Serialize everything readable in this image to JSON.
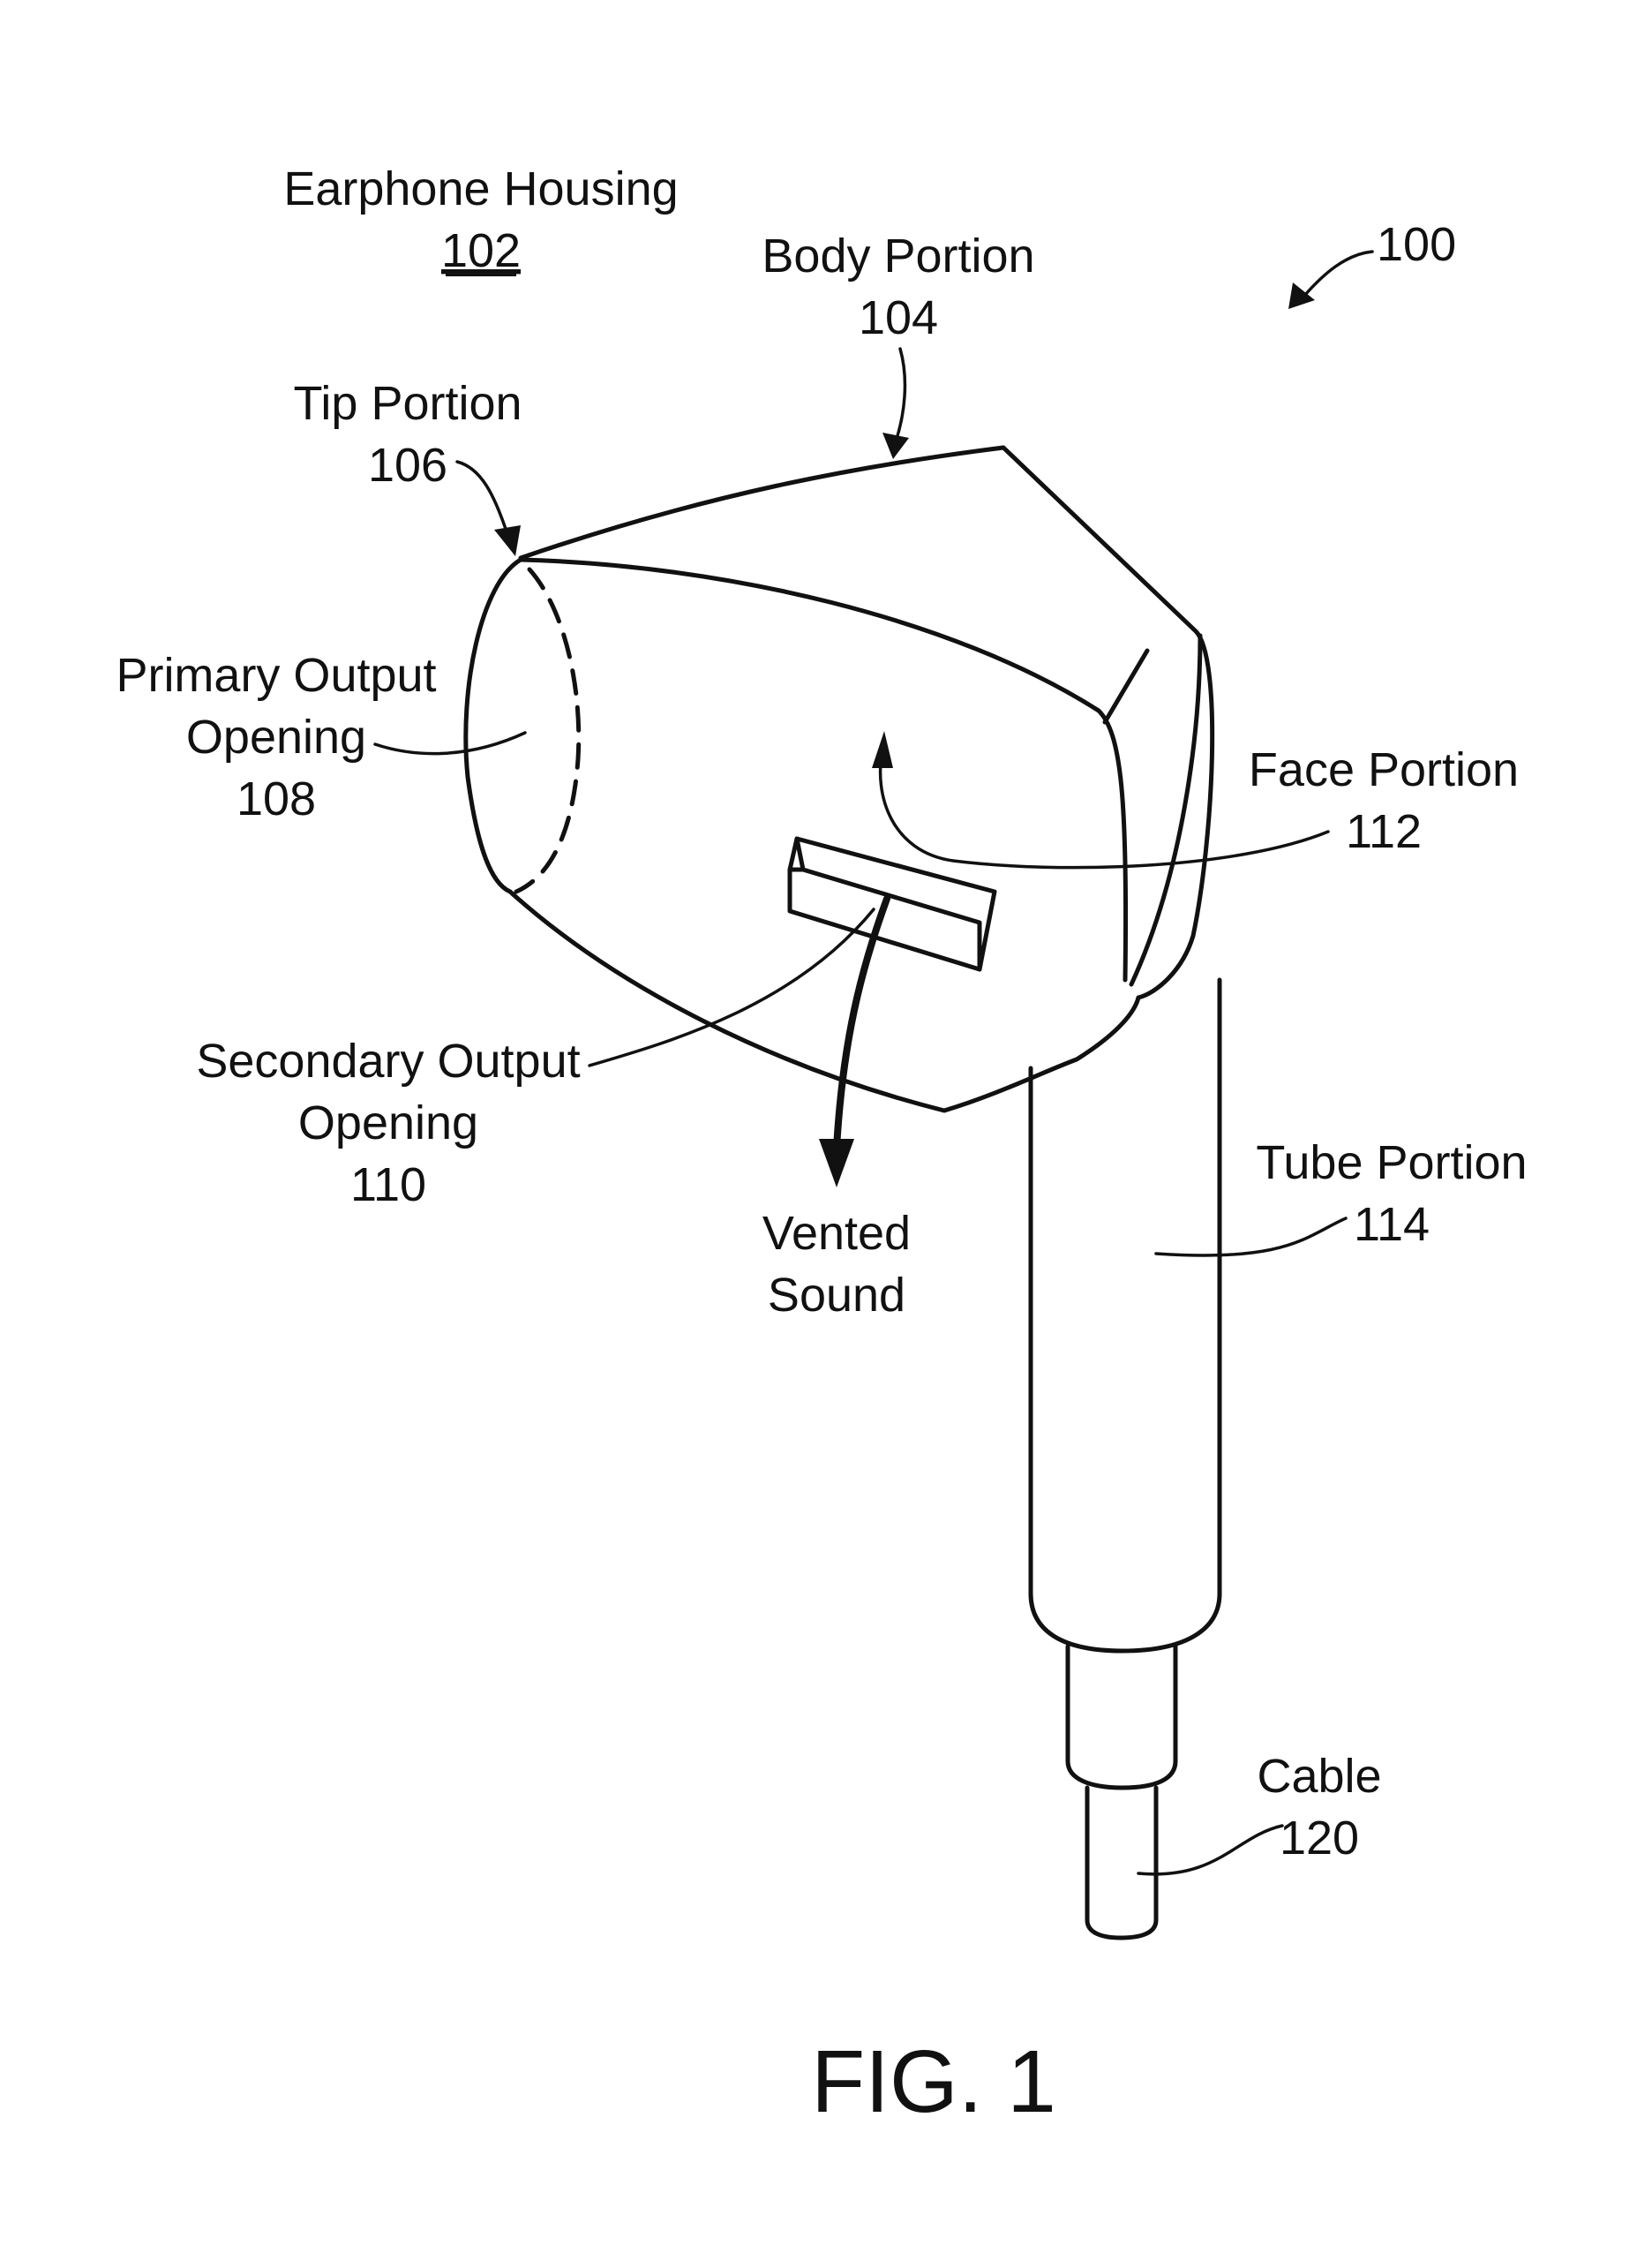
{
  "figure_title": "FIG. 1",
  "figure_ref": "100",
  "labels": {
    "earphone_housing": {
      "name": "Earphone Housing",
      "number": "102"
    },
    "body_portion": {
      "name": "Body Portion",
      "number": "104"
    },
    "tip_portion": {
      "name": "Tip Portion",
      "number": "106"
    },
    "primary_output_opening": {
      "name_line1": "Primary Output",
      "name_line2": "Opening",
      "number": "108"
    },
    "secondary_output_opening": {
      "name_line1": "Secondary Output",
      "name_line2": "Opening",
      "number": "110"
    },
    "face_portion": {
      "name": "Face Portion",
      "number": "112"
    },
    "tube_portion": {
      "name": "Tube Portion",
      "number": "114"
    },
    "cable": {
      "name": "Cable",
      "number": "120"
    },
    "vented_sound": {
      "line1": "Vented",
      "line2": "Sound"
    }
  }
}
